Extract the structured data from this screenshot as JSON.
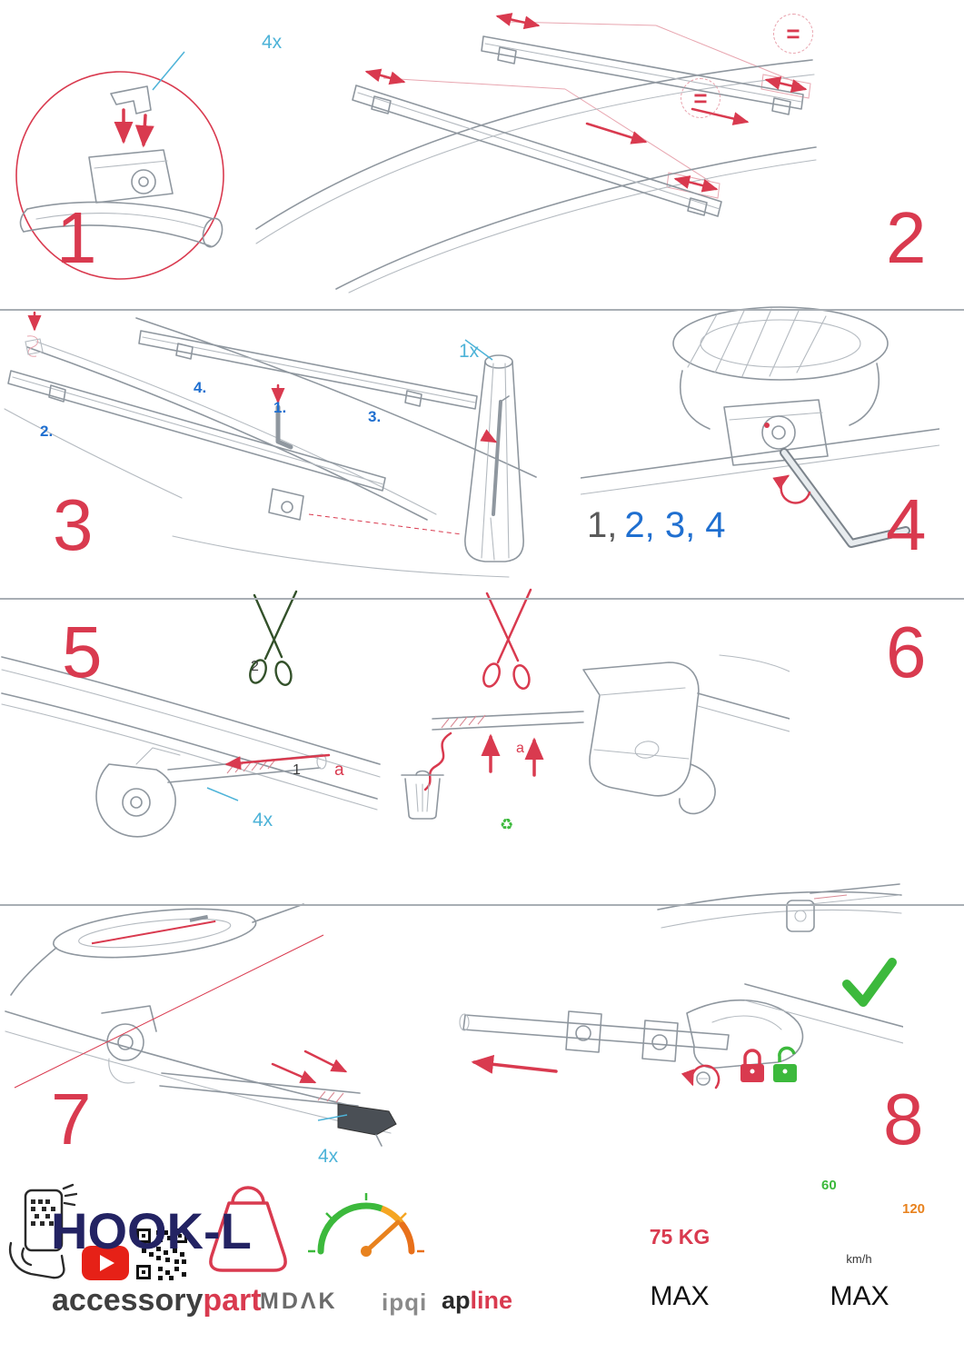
{
  "steps": {
    "s1": {
      "number": "1",
      "qty": "4x"
    },
    "s2": {
      "number": "2",
      "eq1": "=",
      "eq2": "="
    },
    "s3": {
      "number": "3",
      "l1": "1.",
      "l2": "2.",
      "l3": "3.",
      "l4": "4.",
      "qty": "1x"
    },
    "s4": {
      "number": "4",
      "seq_gray": "1,",
      "seq_blue": "2, 3, 4"
    },
    "s5": {
      "number": "5",
      "n2": "2",
      "n1": "1",
      "a": "a",
      "qty": "4x"
    },
    "s6": {
      "number": "6",
      "a": "a",
      "recycle": "♻"
    },
    "s7": {
      "number": "7",
      "qty": "4x"
    },
    "s8": {
      "number": "8"
    }
  },
  "footer": {
    "product": "HOOK-L",
    "brand_black": "accessory",
    "brand_red": "part",
    "logo_mdak": "MDΛK",
    "logo_ipqi": "ipqi",
    "logo_ap": "ap",
    "logo_line": "line",
    "weight_value": "75 KG",
    "weight_max": "MAX",
    "speed_low": "60",
    "speed_high": "120",
    "speed_unit": "km/h",
    "speed_max": "MAX"
  },
  "colors": {
    "red": "#d93a4f",
    "cyan": "#4db3d8",
    "royal_blue": "#1f6fd0",
    "navy": "#232363",
    "green": "#3cb93c",
    "orange": "#e8821e",
    "line_gray": "#8f979f"
  }
}
